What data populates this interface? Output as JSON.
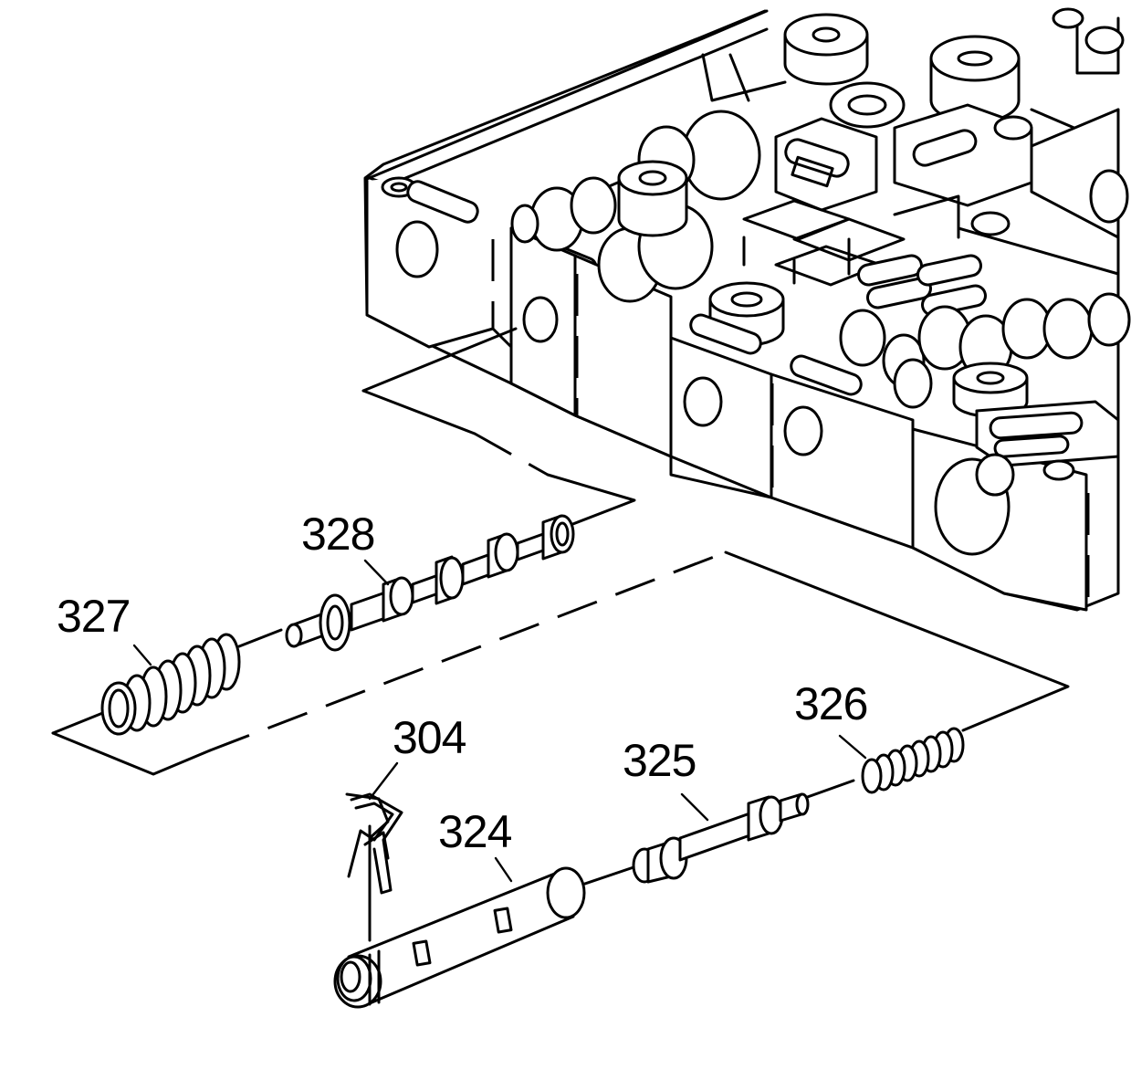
{
  "diagram": {
    "callouts": [
      {
        "id": "327",
        "label": "327"
      },
      {
        "id": "328",
        "label": "328"
      },
      {
        "id": "304",
        "label": "304"
      },
      {
        "id": "324",
        "label": "324"
      },
      {
        "id": "325",
        "label": "325"
      },
      {
        "id": "326",
        "label": "326"
      }
    ]
  }
}
